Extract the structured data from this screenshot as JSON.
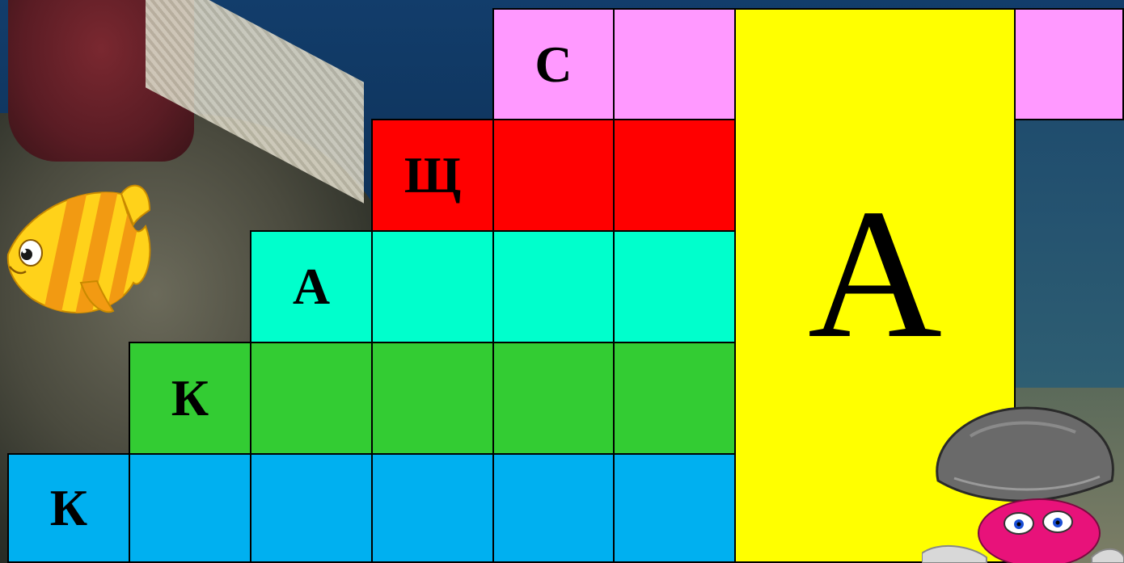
{
  "crossword": {
    "rows": [
      {
        "letter": "С"
      },
      {
        "letter": "Щ"
      },
      {
        "letter": "А"
      },
      {
        "letter": "К"
      },
      {
        "letter": "К"
      }
    ],
    "keyword_letter": "А"
  },
  "colors": {
    "pink": "#ff99ff",
    "red": "#ff0000",
    "cyan": "#00ffcc",
    "green": "#33cc33",
    "blue": "#00b0f0",
    "yellow": "#ffff00"
  },
  "icons": {
    "fish": "yellow-striped-fish-icon",
    "clam": "pink-clam-character-icon"
  }
}
